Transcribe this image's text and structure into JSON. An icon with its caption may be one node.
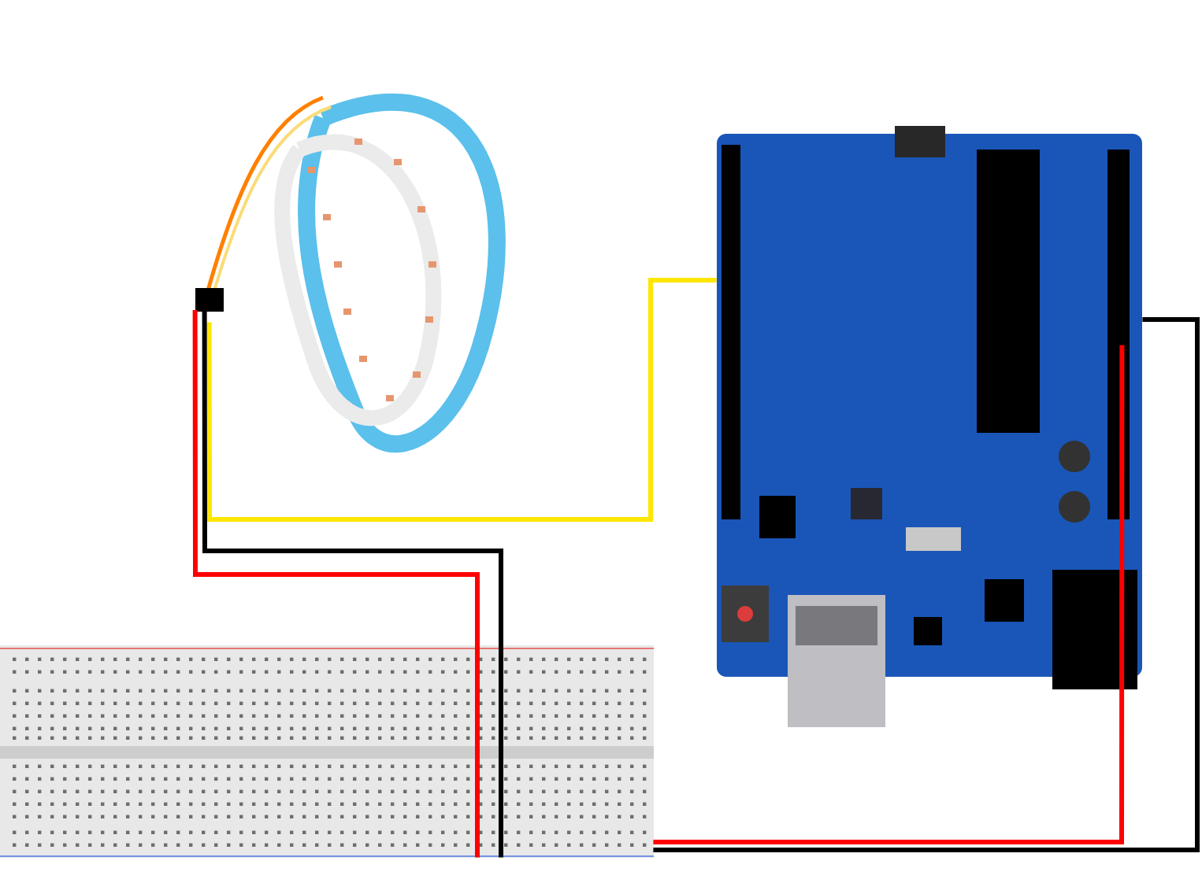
{
  "diagram": {
    "nodes": [
      {
        "text": [],
        "shape": "picture"
      },
      {
        "text": [],
        "shape": "picture"
      },
      {
        "text": [],
        "shape": "picture"
      }
    ],
    "edges": [
      {
        "from": 0,
        "to": 1,
        "arrow": "none",
        "color": "#ffe600"
      },
      {
        "from": 0,
        "to": 2,
        "arrow": "none",
        "color": "#ff0000"
      },
      {
        "from": 0,
        "to": 2,
        "arrow": "none",
        "color": "#000000"
      },
      {
        "from": 1,
        "to": 2,
        "arrow": "none",
        "color": "#ff0000"
      },
      {
        "from": 1,
        "to": 2,
        "arrow": "none",
        "color": "#000000"
      }
    ]
  }
}
